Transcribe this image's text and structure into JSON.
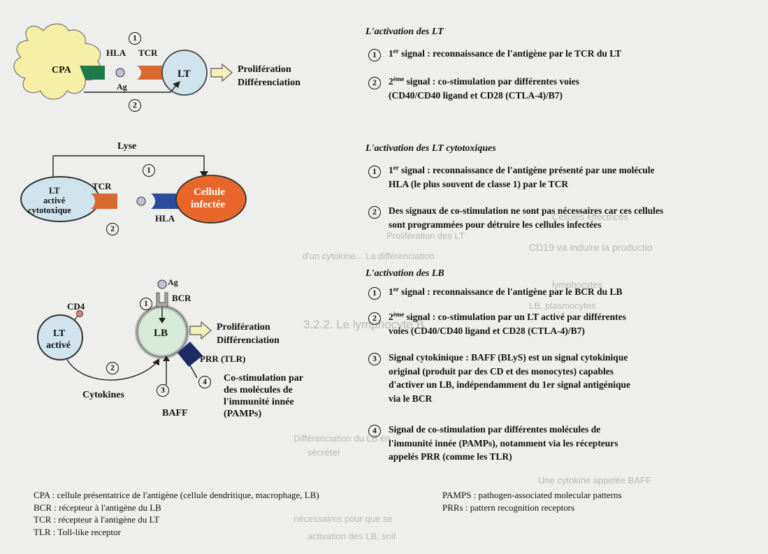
{
  "lt": {
    "title": "L'activation des LT",
    "items": [
      {
        "num": "1",
        "text_a": "1",
        "sup": "er",
        "text_b": " signal : reconnaissance de l'antigène par le TCR du LT"
      },
      {
        "num": "2",
        "text_a": "2",
        "sup": "ème",
        "text_b": " signal : co-stimulation par différentes voies",
        "line2": "(CD40/CD40 ligand et CD28 (CTLA-4)/B7)"
      }
    ]
  },
  "ltc": {
    "title": "L'activation des LT cytotoxiques",
    "items": [
      {
        "num": "1",
        "text_a": "1",
        "sup": "er",
        "text_b": " signal : reconnaissance de l'antigène présenté par une molécule",
        "line2": "HLA (le plus souvent de classe 1) par le TCR"
      },
      {
        "num": "2",
        "text": "Des signaux de co-stimulation ne sont pas nécessaires car ces cellules",
        "line2": "sont programmées pour détruire les cellules infectées"
      }
    ]
  },
  "lb": {
    "title": "L'activation des LB",
    "items": [
      {
        "num": "1",
        "text_a": "1",
        "sup": "er",
        "text_b": " signal : reconnaissance de l'antigène par le BCR du LB"
      },
      {
        "num": "2",
        "text_a": "2",
        "sup": "ème",
        "text_b": " signal : co-stimulation par un LT activé par différentes",
        "line2": "voies (CD40/CD40 ligand et CD28 (CTLA-4)/B7)"
      },
      {
        "num": "3",
        "text": "Signal cytokinique : BAFF (BLyS) est un signal cytokinique",
        "line2": "original (produit par des CD et des monocytes) capables",
        "line3": "d'activer un LB, indépendamment du 1er signal antigénique",
        "line4": "via le BCR"
      },
      {
        "num": "4",
        "text": "Signal de co-stimulation par différentes molécules de",
        "line2": "l'immunité innée (PAMPs), notamment via les récepteurs",
        "line3": "appelés PRR (comme les TLR)"
      }
    ]
  },
  "diagram1": {
    "cpa": "CPA",
    "hla": "HLA",
    "tcr": "TCR",
    "ag": "Ag",
    "lt": "LT",
    "signal1": "1",
    "signal2": "2",
    "outcome1": "Prolifération",
    "outcome2": "Différenciation",
    "colors": {
      "cpa_fill": "#f6f0a6",
      "hla": "#1f7a4a",
      "tcr": "#d9682f",
      "cell": "#cfe4ec"
    }
  },
  "diagram2": {
    "lyse": "Lyse",
    "signal1": "1",
    "signal2": "2",
    "ltc1": "LT",
    "ltc2": "activé",
    "ltc3": "cytotoxique",
    "tcr": "TCR",
    "hla": "HLA",
    "infected1": "Cellule",
    "infected2": "infectée",
    "colors": {
      "infected": "#e8662a",
      "hla": "#2a4d9b",
      "tcr": "#d9682f",
      "cell": "#cfe4ec"
    }
  },
  "diagram3": {
    "ag": "Ag",
    "bcr": "BCR",
    "cd4": "CD4",
    "lt1": "LT",
    "lt2": "activé",
    "lb": "LB",
    "signal1": "1",
    "signal2": "2",
    "signal3": "3",
    "signal4": "4",
    "outcome1": "Prolifération",
    "outcome2": "Différenciation",
    "prr": "PRR (TLR)",
    "costim1": "Co-stimulation par",
    "costim2": "des molécules de",
    "costim3": "l'immunité innée",
    "costim4": "(PAMPs)",
    "cytokines": "Cytokines",
    "baff": "BAFF",
    "colors": {
      "lb_fill": "#d6ecd8",
      "prr": "#1e2a66",
      "cell": "#cfe4ec",
      "cd4": "#e08080"
    }
  },
  "glossary": {
    "left": [
      "CPA : cellule présentatrice de l'antigène (cellule dendritique, macrophage, LB)",
      "BCR : récepteur à l'antigène du LB",
      "TCR : récepteur à l'antigène du LT",
      "TLR : Toll-like receptor"
    ],
    "right": [
      "PAMPS : pathogen-associated molecular patterns",
      "PRRs : pattern recognition receptors"
    ]
  },
  "background": {
    "lines": [
      "CD19 va induire la productio",
      "Prolifération des LT",
      "d'un cytokine... La différenciation",
      "LB, plasmocytes",
      "3.2.2. Le lymphocyte B",
      "Différenciation du LB en",
      "sécréter",
      "nécessaires pour que se",
      "activation des LB, soit",
      "Une cytokine appelée BAFF",
      "Cellules effectrices",
      "lymphocytes"
    ]
  }
}
